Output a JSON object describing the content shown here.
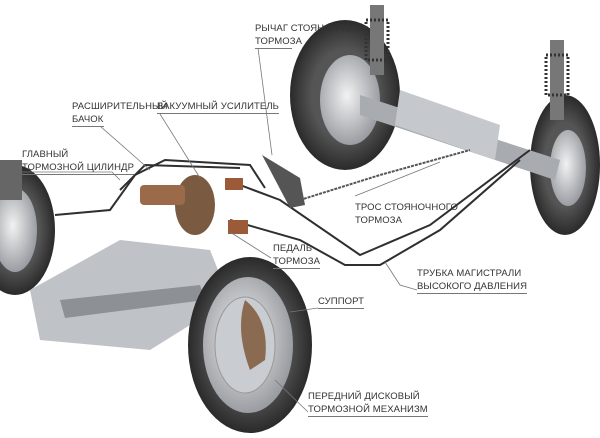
{
  "labels": {
    "parking_lever": [
      "РЫЧАГ СТОЯНОЧНОГО",
      "ТОРМОЗА"
    ],
    "reservoir": [
      "РАСШИРИТЕЛЬНЫЙ",
      "БАЧОК"
    ],
    "vacuum_booster": [
      "ВАКУУМНЫЙ УСИЛИТЕЛЬ"
    ],
    "master_cylinder": [
      "ГЛАВНЫЙ",
      "ТОРМОЗНОЙ ЦИЛИНДР"
    ],
    "parking_cable": [
      "ТРОС СТОЯНОЧНОГО",
      "ТОРМОЗА"
    ],
    "brake_pedal": [
      "ПЕДАЛЬ",
      "ТОРМОЗА"
    ],
    "brake_line": [
      "ТРУБКА МАГИСТРАЛИ",
      "ВЫСОКОГО ДАВЛЕНИЯ"
    ],
    "caliper": [
      "СУППОРТ"
    ],
    "front_disc_brake": [
      "ПЕРЕДНИЙ ДИСКОВЫЙ",
      "ТОРМОЗНОЙ МЕХАНИЗМ"
    ]
  },
  "colors": {
    "text": "#333333",
    "leader": "#777777",
    "metal": "#b9bcc0",
    "tire": "#3a3a3a",
    "copper": "#8a5a3c"
  }
}
